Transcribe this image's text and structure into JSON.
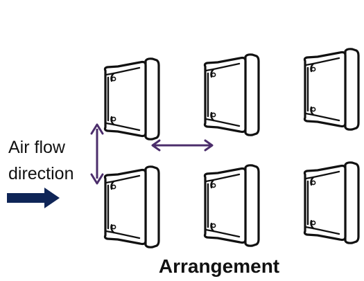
{
  "diagram": {
    "labels": {
      "airflow_line1": "Air flow",
      "airflow_line2": "direction",
      "caption": "Arrangement"
    },
    "layout": {
      "rows": 2,
      "columns": 3,
      "item_icon": "chair-icon"
    },
    "colors": {
      "airflow_arrow": "#0f2557",
      "spacing_arrows": "#4b2d6b",
      "outline": "#111111",
      "background": "#ffffff"
    }
  }
}
